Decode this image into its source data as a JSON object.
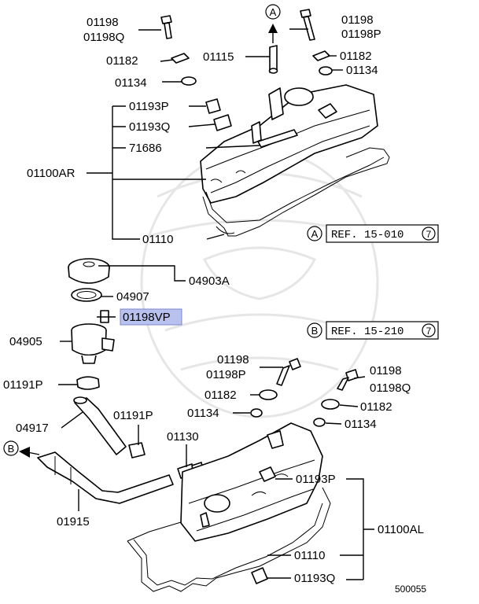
{
  "callouts": {
    "c01198_top_left": "01198",
    "c01198Q_top_left": "01198Q",
    "c01182_top_left": "01182",
    "c01134_top_left": "01134",
    "c01115": "01115",
    "c01198_top_right": "01198",
    "c01198P_top_right": "01198P",
    "c01182_top_right": "01182",
    "c01134_top_right": "01134",
    "c01193P_top": "01193P",
    "c01193Q_top": "01193Q",
    "c71686": "71686",
    "c01100AR": "01100AR",
    "c01110_top": "01110",
    "c04903A": "04903A",
    "c04907": "04907",
    "c01198VP": "01198VP",
    "c04905": "04905",
    "c01191P_left": "01191P",
    "c04917": "04917",
    "c01191P_mid": "01191P",
    "c01130": "01130",
    "c01915": "01915",
    "c01198_mid": "01198",
    "c01198P_mid": "01198P",
    "c01182_mid_left": "01182",
    "c01134_mid_left": "01134",
    "c01198_mid_right": "01198",
    "c01198Q_mid_right": "01198Q",
    "c01182_mid_right": "01182",
    "c01134_mid_right": "01134",
    "c01193P_bottom": "01193P",
    "c01100AL": "01100AL",
    "c01110_bottom": "01110",
    "c01193Q_bottom": "01193Q"
  },
  "references": {
    "ref_a_marker": "A",
    "ref_a_text": "REF. 15-010",
    "ref_a_num": "7",
    "ref_b_marker": "B",
    "ref_b_text": "REF. 15-210",
    "ref_b_num": "7"
  },
  "markers": {
    "top_arrow": "A",
    "left_arrow": "B"
  },
  "figure_number": "500055",
  "highlight_color": "#b9c1ef"
}
